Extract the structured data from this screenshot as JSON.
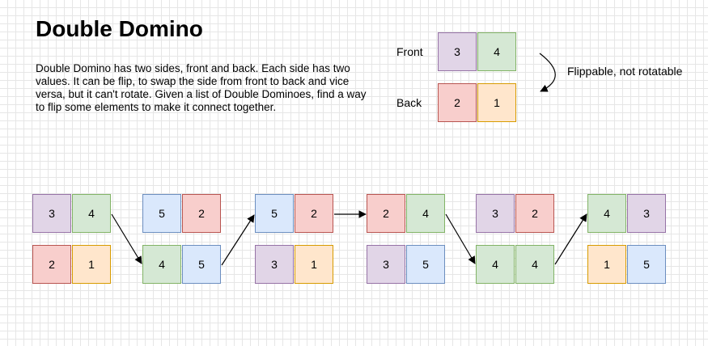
{
  "title": "Double Domino",
  "description": "Double Domino has two sides, front and back. Each side has two values. It can be flip, to swap the side from front to back and vice versa, but it can't rotate. Given a list of Double Dominoes, find a way to flip some elements to make it connect together.",
  "example": {
    "front_label": "Front",
    "back_label": "Back",
    "note": "Flippable, not rotatable",
    "front": [
      "3",
      "4"
    ],
    "back": [
      "2",
      "1"
    ]
  },
  "dominoes": [
    {
      "front": [
        "3",
        "4"
      ],
      "back": [
        "2",
        "1"
      ],
      "selected": "front"
    },
    {
      "front": [
        "5",
        "2"
      ],
      "back": [
        "4",
        "5"
      ],
      "selected": "back"
    },
    {
      "front": [
        "5",
        "2"
      ],
      "back": [
        "3",
        "1"
      ],
      "selected": "front"
    },
    {
      "front": [
        "2",
        "4"
      ],
      "back": [
        "3",
        "5"
      ],
      "selected": "front"
    },
    {
      "front": [
        "3",
        "2"
      ],
      "back": [
        "4",
        "4"
      ],
      "selected": "back"
    },
    {
      "front": [
        "4",
        "3"
      ],
      "back": [
        "1",
        "5"
      ],
      "selected": "front"
    }
  ],
  "value_colors": {
    "1": {
      "fill": "#ffe6cc",
      "stroke": "#d79b00"
    },
    "2": {
      "fill": "#f8cecc",
      "stroke": "#b85450"
    },
    "3": {
      "fill": "#e1d5e7",
      "stroke": "#9673a6"
    },
    "4": {
      "fill": "#d5e8d4",
      "stroke": "#82b366"
    },
    "5": {
      "fill": "#dae8fc",
      "stroke": "#6c8ebf"
    }
  }
}
